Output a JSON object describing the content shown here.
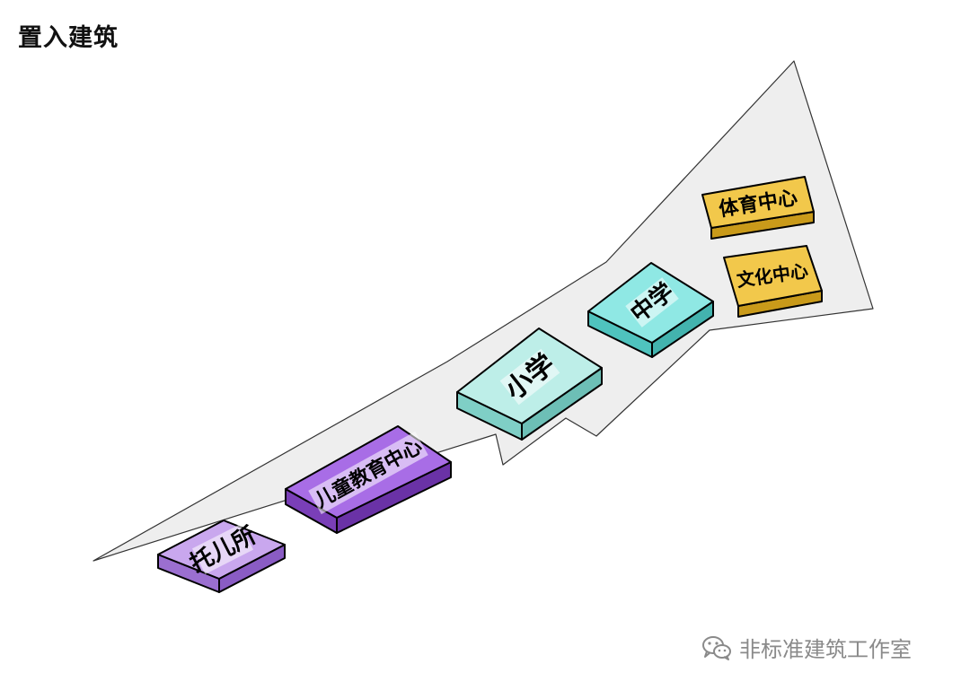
{
  "title": "置入建筑",
  "colors": {
    "site_fill": "#eeeeee",
    "site_stroke": "#333333",
    "purple_top": "#c9a7ee",
    "purple_side": "#9b6fd0",
    "violet_top": "#a86de6",
    "violet_side": "#7a3fb8",
    "teal_top": "#bdeee8",
    "teal_side": "#7fcfc6",
    "cyan_top": "#8fe8e4",
    "cyan_side": "#4fc3be",
    "yellow_top": "#f2c84b",
    "yellow_side": "#c99a1a",
    "label_box": "#ffffff"
  },
  "buildings": [
    {
      "id": "nursery",
      "label": "托儿所",
      "color": "purple"
    },
    {
      "id": "children-education-center",
      "label": "儿童教育中心",
      "color": "violet"
    },
    {
      "id": "primary-school",
      "label": "小学",
      "color": "teal"
    },
    {
      "id": "middle-school",
      "label": "中学",
      "color": "cyan"
    },
    {
      "id": "sports-center",
      "label": "体育中心",
      "color": "yellow"
    },
    {
      "id": "cultural-center",
      "label": "文化中心",
      "color": "yellow"
    }
  ],
  "watermark": {
    "text": "非标准建筑工作室",
    "icon": "wechat-icon"
  }
}
